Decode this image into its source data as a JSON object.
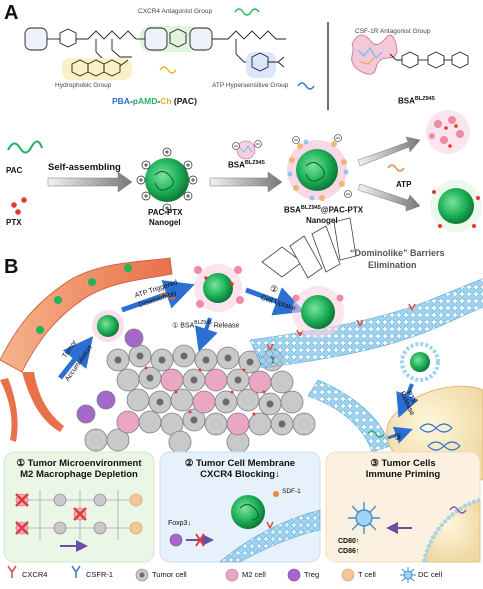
{
  "panel_a": {
    "letter": "A",
    "cxcr4_group": "CXCR4 Antagonist Group",
    "hydrophobic_group": "Hydrophobic Group",
    "atp_group": "ATP Hypersensitive Group",
    "csf1r_group": "CSF-1R Antagonist Group",
    "polymer_name_pba": "PBA",
    "polymer_name_pamd": "pAMD",
    "polymer_name_ch": "Ch",
    "polymer_name_suffix": "(PAC)",
    "bsa_label": "BSA",
    "bsa_sup": "BLZ945",
    "pac": "PAC",
    "ptx": "PTX",
    "self_assembling": "Self-assembling",
    "pac_ptx_1": "PAC-PTX",
    "pac_ptx_2": "Nanogel",
    "bsa_mid": "BSA",
    "bsa_mid_sup": "BLZ945",
    "final_1a": "BSA",
    "final_1sup": "BLZ945",
    "final_1b": "@PAC-PTX",
    "final_2": "Nanogel",
    "atp": "ATP",
    "domino_1": "“Dominolike” Barriers",
    "domino_2": "Elimination"
  },
  "panel_b": {
    "letter": "B",
    "atp_triggered_1": "ATP Triggered",
    "atp_triggered_2": "Disassembly",
    "tumor_acc_1": "Tumor",
    "tumor_acc_2": "Accumulation",
    "step1_num": "①",
    "step1_text": "BSA",
    "step1_sup": "BLZ945",
    "step1_tail": " Release",
    "step2_num": "②",
    "cell_uptake": "Cell Uptake",
    "ptx_release_1": "PTX",
    "ptx_release_2": "Release",
    "step3_num": "③",
    "box1_title_1": "① Tumor Microenvironment",
    "box1_title_2": "M2 Macrophage Depletion",
    "box2_title_1": "② Tumor Cell Membrane",
    "box2_title_2": "CXCR4 Blocking↓",
    "sdf1": "SDF-1",
    "foxp3": "Foxp3↓",
    "box3_title_1": "③ Tumor Cells",
    "box3_title_2": "Immune Priming",
    "cd80": "CD80↑",
    "cd86": "CD86↑"
  },
  "legend": [
    {
      "label": "CXCR4",
      "icon": "cxcr4-receptor-icon",
      "color": "#d9534f"
    },
    {
      "label": "CSFR-1",
      "icon": "csfr1-receptor-icon",
      "color": "#4a7fc1"
    },
    {
      "label": "Tumor cell",
      "icon": "tumor-cell-icon",
      "color": "#9a9a9a"
    },
    {
      "label": "M2 cell",
      "icon": "m2-cell-icon",
      "color": "#e9a7c4"
    },
    {
      "label": "Treg",
      "icon": "treg-icon",
      "color": "#a368c9"
    },
    {
      "label": "T cell",
      "icon": "t-cell-icon",
      "color": "#f5c59a"
    },
    {
      "label": "DC cell",
      "icon": "dc-cell-icon",
      "color": "#5fb6e8"
    }
  ],
  "colors": {
    "nanogel_green": "#1fb35a",
    "ptx_red": "#e23b2e",
    "cxcr4_pink_blob": "#e08ab0",
    "atp_blue": "#2a6fd1",
    "membrane_blue": "#8ec9ee",
    "vessel": "#e8704a"
  }
}
